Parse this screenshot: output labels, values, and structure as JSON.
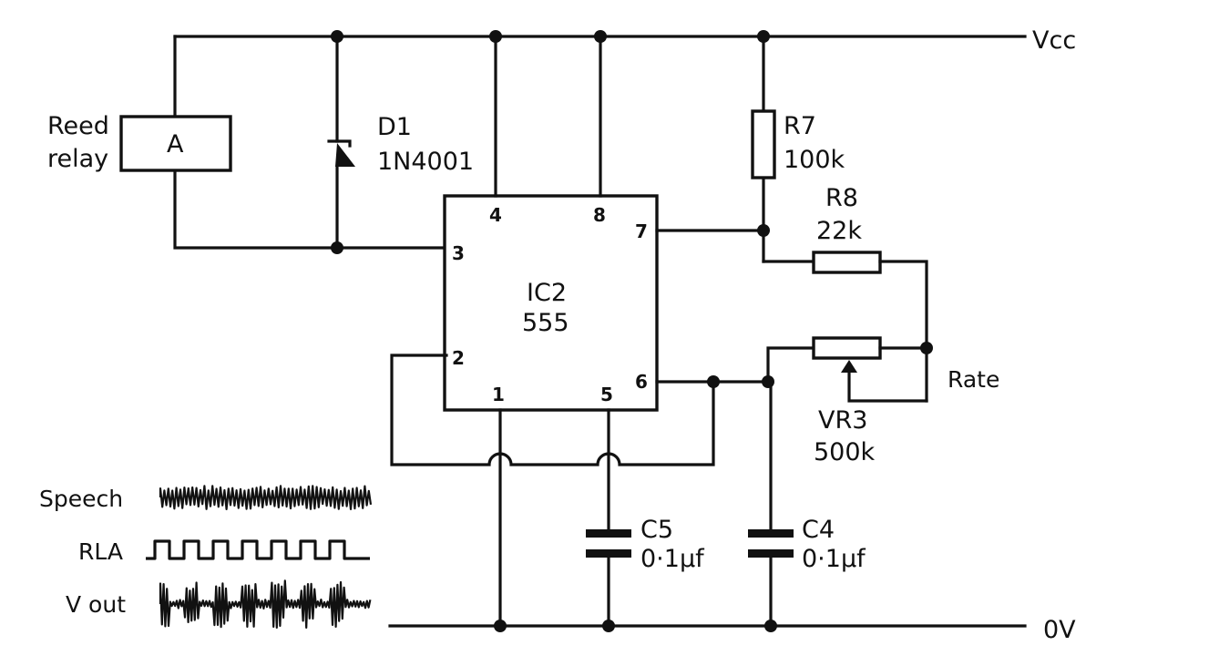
{
  "rails": {
    "top_label": "Vcc",
    "bottom_label": "0V"
  },
  "relay": {
    "label_line1": "Reed",
    "label_line2": "relay",
    "coil_label": "A"
  },
  "diode": {
    "ref": "D1",
    "part": "1N4001"
  },
  "ic": {
    "ref": "IC2",
    "part": "555",
    "pins": {
      "p1": "1",
      "p2": "2",
      "p3": "3",
      "p4": "4",
      "p5": "5",
      "p6": "6",
      "p7": "7",
      "p8": "8"
    }
  },
  "r7": {
    "ref": "R7",
    "value": "100k"
  },
  "r8": {
    "ref": "R8",
    "value": "22k"
  },
  "vr3": {
    "ref": "VR3",
    "value": "500k",
    "control_label": "Rate"
  },
  "c5": {
    "ref": "C5",
    "value": "0·1µf"
  },
  "c4": {
    "ref": "C4",
    "value": "0·1µf"
  },
  "waveforms": {
    "speech": "Speech",
    "rla": "RLA",
    "vout": "V out"
  },
  "colors": {
    "ink": "#111111",
    "paper": "#ffffff"
  }
}
